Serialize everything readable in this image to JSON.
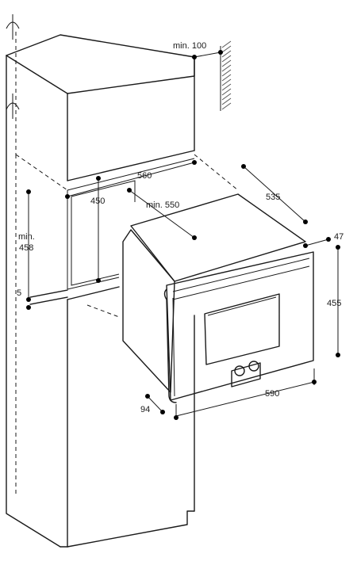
{
  "dimensions": {
    "min_100": "min. 100",
    "d560": "560",
    "d450": "450",
    "min_550": "min. 550",
    "d535": "535",
    "min_label": "min.",
    "d458": "458",
    "d5": "5",
    "d47": "47",
    "d455": "455",
    "d590": "590",
    "d94": "94"
  },
  "colors": {
    "line": "#1a1a1a",
    "hatch": "#555555",
    "background": "#ffffff"
  }
}
